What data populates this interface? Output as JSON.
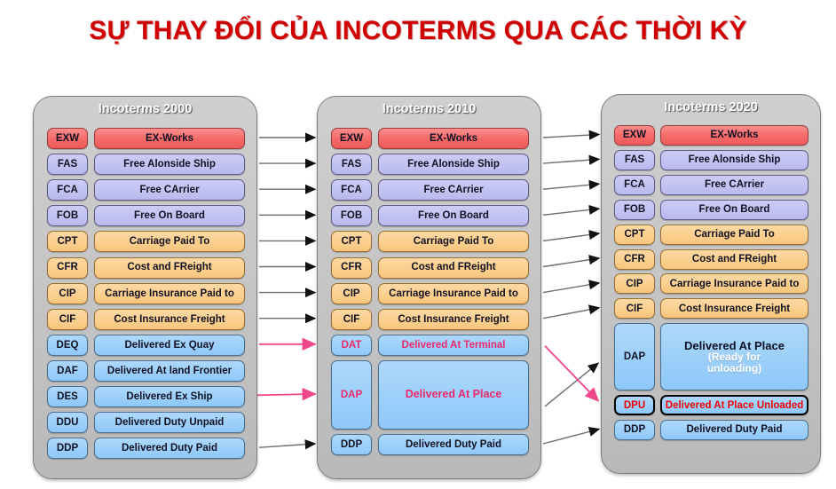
{
  "title": "SỰ THAY ĐỔI CỦA INCOTERMS QUA CÁC THỜI KỲ",
  "colors": {
    "title_red": "#d10000",
    "panel_gray": "#c4c4c4",
    "red_term": "#ef5a5a",
    "purple_term": "#c2c2f2",
    "orange_term": "#fbcf8e",
    "blue_term": "#9ccffa",
    "pink_text": "#ea2a6b",
    "red_text": "#ee0000",
    "arrow_gray": "#808080",
    "arrow_pink": "#f0468a"
  },
  "columns": [
    {
      "header": "Incoterms 2000",
      "rows": [
        {
          "code": "EXW",
          "name": "EX-Works",
          "color": "red"
        },
        {
          "code": "FAS",
          "name": "Free Alonside Ship",
          "color": "purple"
        },
        {
          "code": "FCA",
          "name": "Free CArrier",
          "color": "purple"
        },
        {
          "code": "FOB",
          "name": "Free On Board",
          "color": "purple"
        },
        {
          "code": "CPT",
          "name": "Carriage Paid To",
          "color": "orange"
        },
        {
          "code": "CFR",
          "name": "Cost and FReight",
          "color": "orange"
        },
        {
          "code": "CIP",
          "name": "Carriage Insurance Paid to",
          "color": "orange"
        },
        {
          "code": "CIF",
          "name": "Cost Insurance Freight",
          "color": "orange"
        },
        {
          "code": "DEQ",
          "name": "Delivered Ex Quay",
          "color": "blue"
        },
        {
          "code": "DAF",
          "name": "Delivered At land Frontier",
          "color": "blue"
        },
        {
          "code": "DES",
          "name": "Delivered Ex Ship",
          "color": "blue"
        },
        {
          "code": "DDU",
          "name": "Delivered Duty Unpaid",
          "color": "blue"
        },
        {
          "code": "DDP",
          "name": "Delivered Duty Paid",
          "color": "blue"
        }
      ]
    },
    {
      "header": "Incoterms 2010",
      "rows": [
        {
          "code": "EXW",
          "name": "EX-Works",
          "color": "red"
        },
        {
          "code": "FAS",
          "name": "Free Alonside Ship",
          "color": "purple"
        },
        {
          "code": "FCA",
          "name": "Free CArrier",
          "color": "purple"
        },
        {
          "code": "FOB",
          "name": "Free On Board",
          "color": "purple"
        },
        {
          "code": "CPT",
          "name": "Carriage Paid To",
          "color": "orange"
        },
        {
          "code": "CFR",
          "name": "Cost and FReight",
          "color": "orange"
        },
        {
          "code": "CIP",
          "name": "Carriage Insurance Paid to",
          "color": "orange"
        },
        {
          "code": "CIF",
          "name": "Cost Insurance Freight",
          "color": "orange"
        },
        {
          "code": "DAT",
          "name": "Delivered At Terminal",
          "color": "blue",
          "text": "pink"
        },
        {
          "code": "DAP",
          "name": "Delivered At Place",
          "color": "blue",
          "text": "pink",
          "tall": true
        },
        {
          "code": "DDP",
          "name": "Delivered Duty Paid",
          "color": "blue"
        }
      ]
    },
    {
      "header": "Incoterms 2020",
      "rows": [
        {
          "code": "EXW",
          "name": "EX-Works",
          "color": "red"
        },
        {
          "code": "FAS",
          "name": "Free Alonside Ship",
          "color": "purple"
        },
        {
          "code": "FCA",
          "name": "Free CArrier",
          "color": "purple"
        },
        {
          "code": "FOB",
          "name": "Free On Board",
          "color": "purple"
        },
        {
          "code": "CPT",
          "name": "Carriage Paid To",
          "color": "orange"
        },
        {
          "code": "CFR",
          "name": "Cost and FReight",
          "color": "orange"
        },
        {
          "code": "CIP",
          "name": "Carriage Insurance Paid to",
          "color": "orange"
        },
        {
          "code": "CIF",
          "name": "Cost Insurance Freight",
          "color": "orange"
        },
        {
          "code": "DAP",
          "name": "Delivered At Place",
          "name_line2": "(Ready for",
          "name_line3": "unloading)",
          "color": "blue",
          "tall": true
        },
        {
          "code": "DPU",
          "name": "Delivered At Place Unloaded",
          "color": "blue",
          "text": "red",
          "border": "black"
        },
        {
          "code": "DDP",
          "name": "Delivered Duty Paid",
          "color": "blue"
        }
      ]
    }
  ]
}
